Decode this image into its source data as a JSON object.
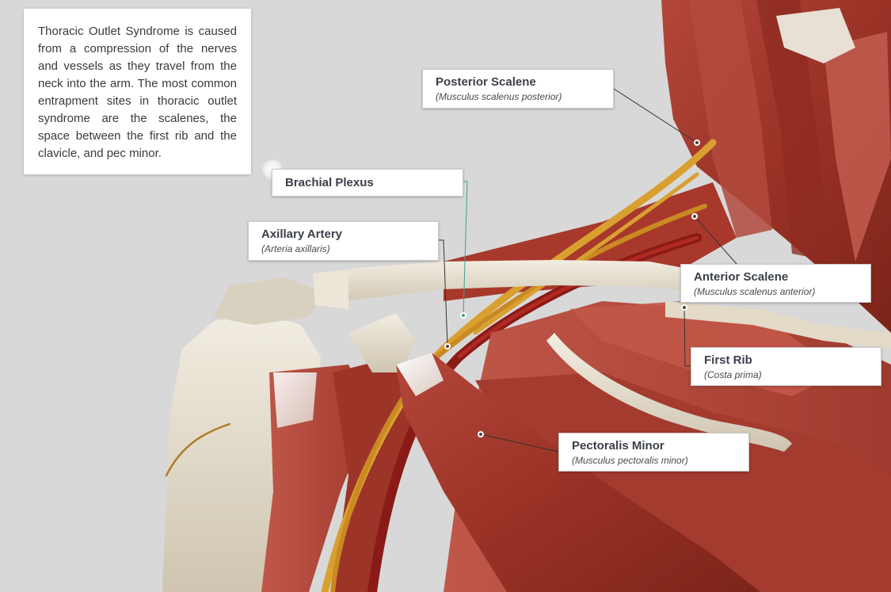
{
  "intro_text": "Thoracic Outlet Syndrome is caused from a compression of the nerves and vessels as they travel from the neck into the arm. The most common entrapment sites in thoracic outlet syndrome are the scalenes, the space between the first rib and the clavicle, and pec minor.",
  "labels": {
    "posterior_scalene": {
      "name": "Posterior Scalene",
      "latin": "(Musculus scalenus posterior)"
    },
    "brachial_plexus": {
      "name": "Brachial Plexus"
    },
    "axillary_artery": {
      "name": "Axillary Artery",
      "latin": "(Arteria axillaris)"
    },
    "anterior_scalene": {
      "name": "Anterior Scalene",
      "latin": "(Musculus scalenus anterior)"
    },
    "first_rib": {
      "name": "First Rib",
      "latin": "(Costa prima)"
    },
    "pectoralis_minor": {
      "name": "Pectoralis Minor",
      "latin": "(Musculus pectoralis minor)"
    }
  },
  "colors": {
    "background": "#d8d8d8",
    "muscle": "#a8382c",
    "bone": "#e6dfd0",
    "nerve": "#d9a030",
    "leader_line": "#333333",
    "nerve_leader": "#3aa58c"
  }
}
